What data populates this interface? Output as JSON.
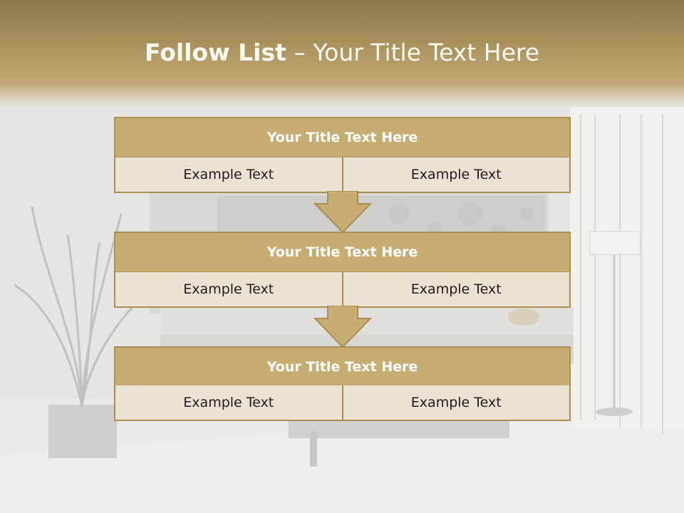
{
  "slide": {
    "title_bold": "Follow List",
    "title_rest": " – Your Title Text Here"
  },
  "steps": [
    {
      "title": "Your Title Text Here",
      "left": "Example Text",
      "right": "Example Text"
    },
    {
      "title": "Your Title Text Here",
      "left": "Example Text",
      "right": "Example Text"
    },
    {
      "title": "Your Title Text Here",
      "left": "Example Text",
      "right": "Example Text"
    }
  ],
  "colors": {
    "accent": "#c8ad72",
    "border": "#a98f52",
    "cell_fill": "#ebe2d3",
    "title_text": "#fbf8f0"
  },
  "icons": [
    "down-arrow-icon",
    "down-arrow-icon"
  ]
}
